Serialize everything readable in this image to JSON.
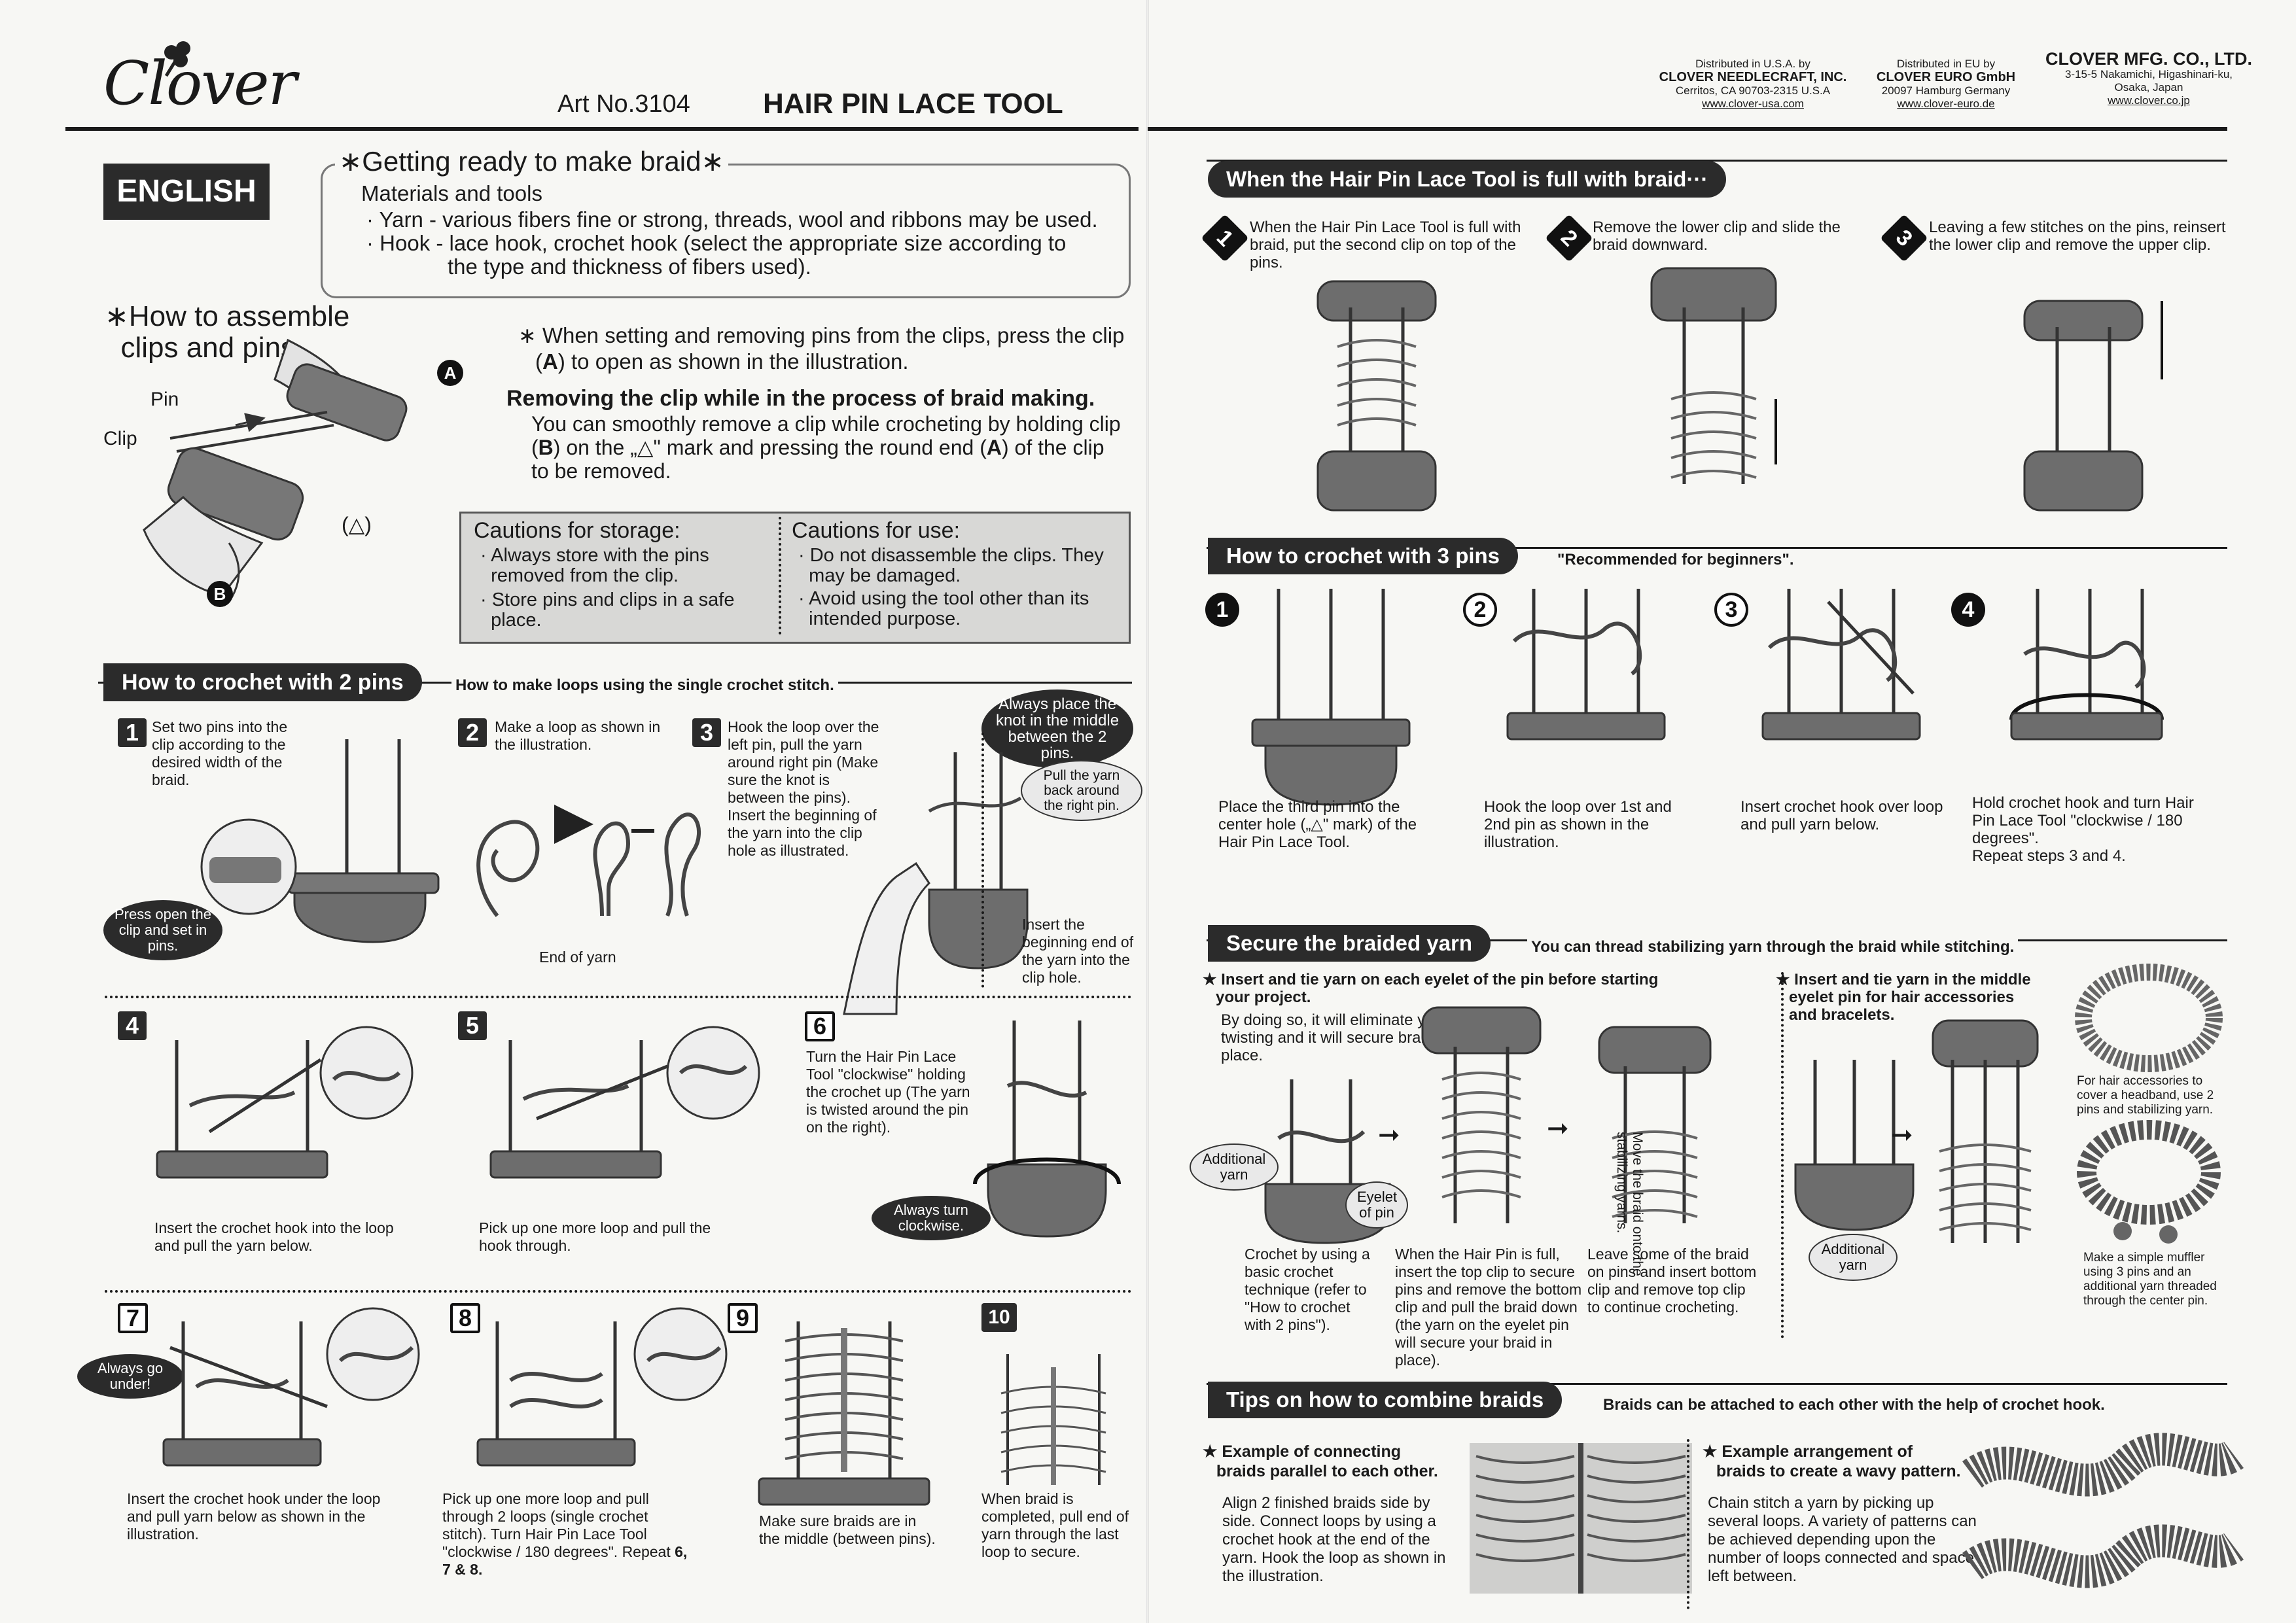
{
  "header": {
    "brand": "Clover",
    "art_no": "Art No.3104",
    "product": "HAIR PIN LACE TOOL",
    "us": {
      "line1": "Distributed in U.S.A. by",
      "name": "CLOVER NEEDLECRAFT, INC.",
      "addr": "Cerritos, CA 90703-2315 U.S.A",
      "web": "www.clover-usa.com"
    },
    "eu": {
      "line1": "Distributed in EU by",
      "name": "CLOVER EURO GmbH",
      "addr": "20097 Hamburg Germany",
      "web": "www.clover-euro.de"
    },
    "jp": {
      "name": "CLOVER MFG. CO., LTD.",
      "addr1": "3-15-5 Nakamichi, Higashinari-ku,",
      "addr2": "Osaka, Japan",
      "web": "www.clover.co.jp"
    }
  },
  "language_tab": "ENGLISH",
  "getting_ready": {
    "title": "Getting ready to make braid",
    "materials": "Materials and tools",
    "yarn": "· Yarn - various fibers fine or strong, threads, wool and ribbons may be used.",
    "hook1": "· Hook - lace hook, crochet hook (select the appropriate size according to",
    "hook2": "the type and thickness of fibers used)."
  },
  "assemble": {
    "title1": "How to assemble",
    "title2": "clips and pins",
    "pin_label": "Pin",
    "clip_label": "Clip",
    "marker_a": "A",
    "marker_b": "B",
    "mark": "(△)",
    "setting1": "When setting and removing pins from the clips, press the clip",
    "setting2": "to open as shown in the illustration.",
    "removing_title": "Removing the clip while in the process of braid making.",
    "removing1": "You can smoothly remove a clip while crocheting by holding clip",
    "removing2": "on the „△\" mark and pressing the round end",
    "removing3": "of the clip",
    "removing4": "to be removed."
  },
  "cautions": {
    "storage_title": "Cautions for storage:",
    "storage1": "· Always store with the pins",
    "storage1b": "removed from the clip.",
    "storage2": "· Store pins and clips in a safe",
    "storage2b": "place.",
    "use_title": "Cautions for use:",
    "use1": "· Do not disassemble the clips. They",
    "use1b": "may be damaged.",
    "use2": "· Avoid using the tool other than its",
    "use2b": "intended purpose."
  },
  "two_pins": {
    "banner": "How to crochet with 2 pins",
    "subtitle": "How to make loops using the single crochet stitch.",
    "s1": "Set two pins into the clip according to the desired width of the braid.",
    "s1_bubble": "Press open the clip and set in pins.",
    "s2": "Make a loop as shown in the illustration.",
    "end_of_yarn": "End of yarn",
    "s3": "Hook the loop over the left pin, pull the yarn around right pin (Make sure the knot is between the pins). Insert the beginning of the yarn into the clip hole as illustrated.",
    "knot_bubble": "Always place the knot in the middle between the 2 pins.",
    "pull_bubble": "Pull the yarn back around the right pin.",
    "insert_note": "Insert the beginning end of the yarn into the clip hole.",
    "s4": "Insert the crochet hook into the loop and pull the yarn below.",
    "s5": "Pick up one more loop and pull the hook through.",
    "s6": "Turn the Hair Pin Lace Tool \"clockwise\" holding the crochet up (The yarn is twisted around the pin on the right).",
    "turn_bubble": "Always turn clockwise.",
    "s7": "Insert the crochet hook under the loop and pull yarn below as shown in the illustration.",
    "under_bubble": "Always go under!",
    "s8": "Pick up one more loop and pull through 2 loops (single crochet stitch). Turn Hair Pin Lace Tool \"clockwise / 180 degrees\". Repeat",
    "s8_repeat": "6, 7 & 8.",
    "s9": "Make sure braids are in the middle (between pins).",
    "s10": "When braid is completed, pull end of yarn through the last loop to secure.",
    "n1": "1",
    "n2": "2",
    "n3": "3",
    "n4": "4",
    "n5": "5",
    "n6": "6",
    "n7": "7",
    "n8": "8",
    "n9": "9",
    "n10": "10"
  },
  "full": {
    "banner": "When the Hair Pin Lace Tool is full with braid···",
    "s1": "When the Hair Pin Lace Tool is full with braid, put the second clip on top of the pins.",
    "s2": "Remove the lower clip and slide the braid downward.",
    "s3": "Leaving a few stitches on the pins, reinsert the lower clip and remove the upper clip.",
    "n1": "1",
    "n2": "2",
    "n3": "3"
  },
  "three_pins": {
    "banner": "How to crochet with 3 pins",
    "subtitle": "\"Recommended for beginners\".",
    "s1": "Place the third pin into the center hole („△\" mark) of the Hair Pin Lace Tool.",
    "s2": "Hook the loop over 1st and 2nd pin as shown in the illustration.",
    "s3": "Insert crochet hook over loop and pull yarn below.",
    "s4": "Hold crochet hook and turn Hair Pin Lace Tool \"clockwise / 180 degrees\".",
    "s4b": "Repeat steps 3 and 4.",
    "n1": "1",
    "n2": "2",
    "n3": "3",
    "n4": "4"
  },
  "secure": {
    "banner": "Secure the  braided yarn",
    "subtitle": "You can thread stabilizing yarn through the braid while stitching.",
    "left_title1": "★ Insert and tie yarn on each eyelet of the pin before starting",
    "left_title2": "your project.",
    "left_desc": "By doing so, it will eliminate yarn twisting and it will secure braid in place.",
    "additional": "Additional yarn",
    "eyelet": "Eyelet of pin",
    "vertical": "Move the braid onto the stabilizing yarns.",
    "c1": "Crochet by using a basic crochet technique (refer to \"How to crochet with 2 pins\").",
    "c2": "When the Hair Pin is full, insert the top clip to secure pins and remove the bottom clip and pull the braid down (the yarn on the eyelet pin will secure your braid in place).",
    "c3": "Leave some of the braid on pins and insert bottom clip and remove top clip to continue crocheting.",
    "right_title1": "★ Insert and tie yarn in the middle",
    "right_title2": "eyelet pin for hair accessories",
    "right_title3": "and bracelets.",
    "additional2": "Additional yarn",
    "note1": "For hair accessories to cover a headband, use 2 pins and stabilizing yarn.",
    "note2": "Make a simple muffler using 3 pins and an additional yarn threaded through the center pin."
  },
  "tips": {
    "banner": "Tips on how to combine braids",
    "subtitle": "Braids can be attached to each other with the help of crochet hook.",
    "left_title1": "★ Example of connecting",
    "left_title2": "braids parallel to each other.",
    "left_desc": "Align 2 finished braids side by side. Connect loops by using a crochet hook at the end of the yarn. Hook the loop as shown in the illustration.",
    "right_title1": "★ Example arrangement of",
    "right_title2": "braids to create a wavy pattern.",
    "right_desc": "Chain stitch a yarn by picking up several loops. A variety of patterns can be achieved depending upon the number of loops connected and space left between."
  },
  "icons": [
    "clover-leaf-logo",
    "hairpin-tool-illustration",
    "hand-illustration",
    "loop-illustration",
    "arrow-icon",
    "rotate-arrow-icon",
    "braid-illustration",
    "hair-accessory-photo",
    "wavy-braid-illustration"
  ]
}
